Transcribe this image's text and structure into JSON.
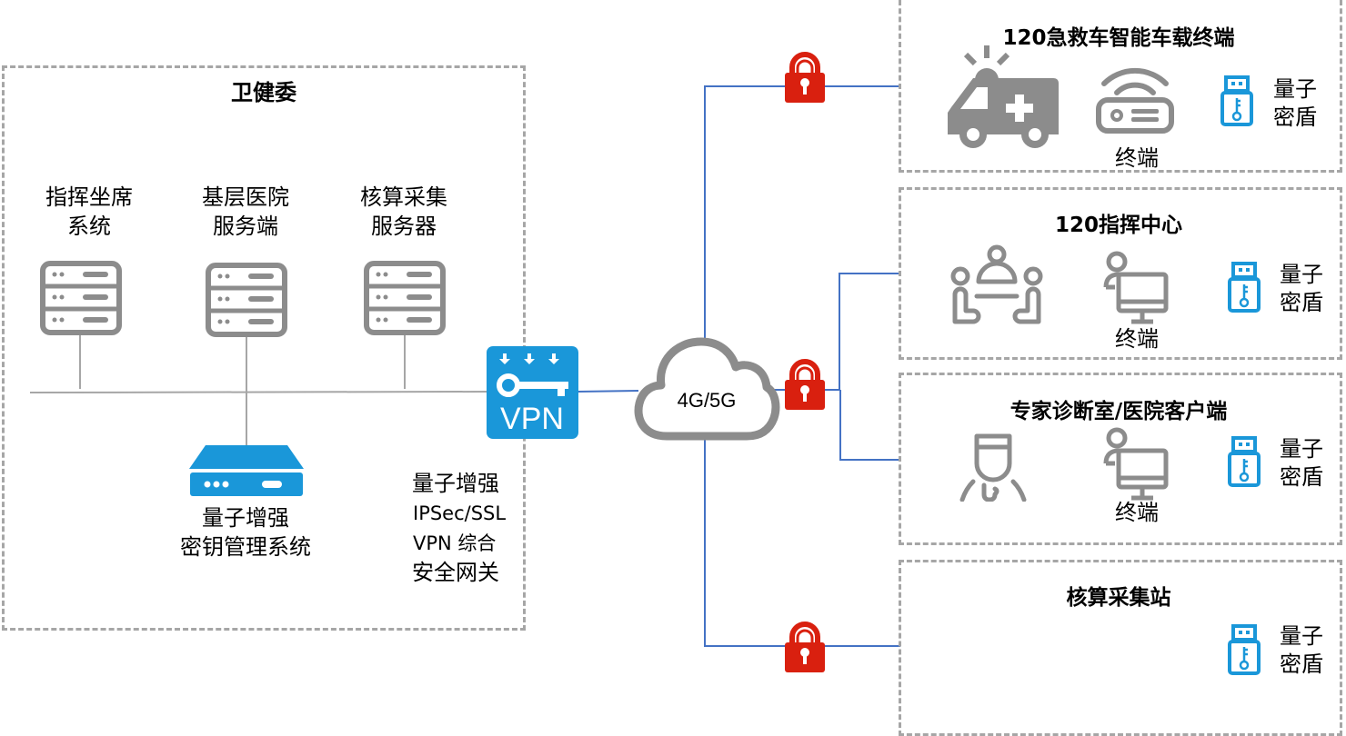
{
  "left_zone": {
    "title": "卫健委",
    "servers": [
      {
        "line1": "指挥坐席",
        "line2": "系统",
        "icon": "server-rack-icon"
      },
      {
        "line1": "基层医院",
        "line2": "服务端",
        "icon": "server-rack-icon"
      },
      {
        "line1": "核算采集",
        "line2": "服务器",
        "icon": "server-rack-icon"
      }
    ],
    "kms": {
      "line1": "量子增强",
      "line2": "密钥管理系统",
      "icon": "network-appliance-icon"
    },
    "vpn": {
      "icon_text": "VPN",
      "icon": "vpn-key-icon",
      "desc": [
        "量子增强",
        "IPSec/SSL",
        "VPN 综合",
        "安全网关"
      ]
    }
  },
  "cloud": {
    "label": "4G/5G",
    "icon": "cloud-icon"
  },
  "locks": [
    {
      "icon": "padlock-icon",
      "link": "ambulance"
    },
    {
      "icon": "padlock-icon",
      "link": "command-and-expert"
    },
    {
      "icon": "padlock-icon",
      "link": "collection-station"
    }
  ],
  "right_zones": [
    {
      "title": "120急救车智能车载终端",
      "main_icon": "ambulance-icon",
      "terminal_icon": "wifi-router-icon",
      "terminal_label": "终端",
      "key_label_1": "量子",
      "key_label_2": "密盾"
    },
    {
      "title": "120指挥中心",
      "main_icon": "meeting-group-icon",
      "terminal_icon": "user-computer-icon",
      "terminal_label": "终端",
      "key_label_1": "量子",
      "key_label_2": "密盾"
    },
    {
      "title": "专家诊断室/医院客户端",
      "main_icon": "doctor-icon",
      "terminal_icon": "user-computer-icon",
      "terminal_label": "终端",
      "key_label_1": "量子",
      "key_label_2": "密盾"
    },
    {
      "title": "核算采集站",
      "key_label_1": "量子",
      "key_label_2": "密盾"
    }
  ],
  "colors": {
    "dash_border": "#a6a6a6",
    "icon_gray": "#8c8c8c",
    "brand_blue": "#1a97d9",
    "link_blue": "#4472c4",
    "lock_red": "#d9200f"
  }
}
